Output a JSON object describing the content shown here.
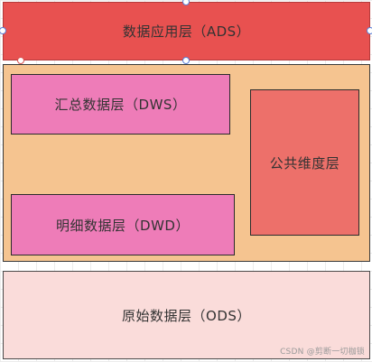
{
  "layers": {
    "ads": {
      "label": "数据应用层（ADS）",
      "fill": "#e85150"
    },
    "middle": {
      "fill": "#f5c490"
    },
    "dws": {
      "label": "汇总数据层（DWS）",
      "fill": "#ee7cb8"
    },
    "dwd": {
      "label": "明细数据层（DWD）",
      "fill": "#ee7cb8"
    },
    "dim": {
      "label": "公共维度层",
      "fill": "#ed706a"
    },
    "ods": {
      "label": "原始数据层（ODS）",
      "fill": "#fadcda"
    }
  },
  "watermark": "CSDN @剪断一切枷锁",
  "colors": {
    "selection_handle": "#5a7fd6",
    "anchor_handle": "#d9534f"
  }
}
